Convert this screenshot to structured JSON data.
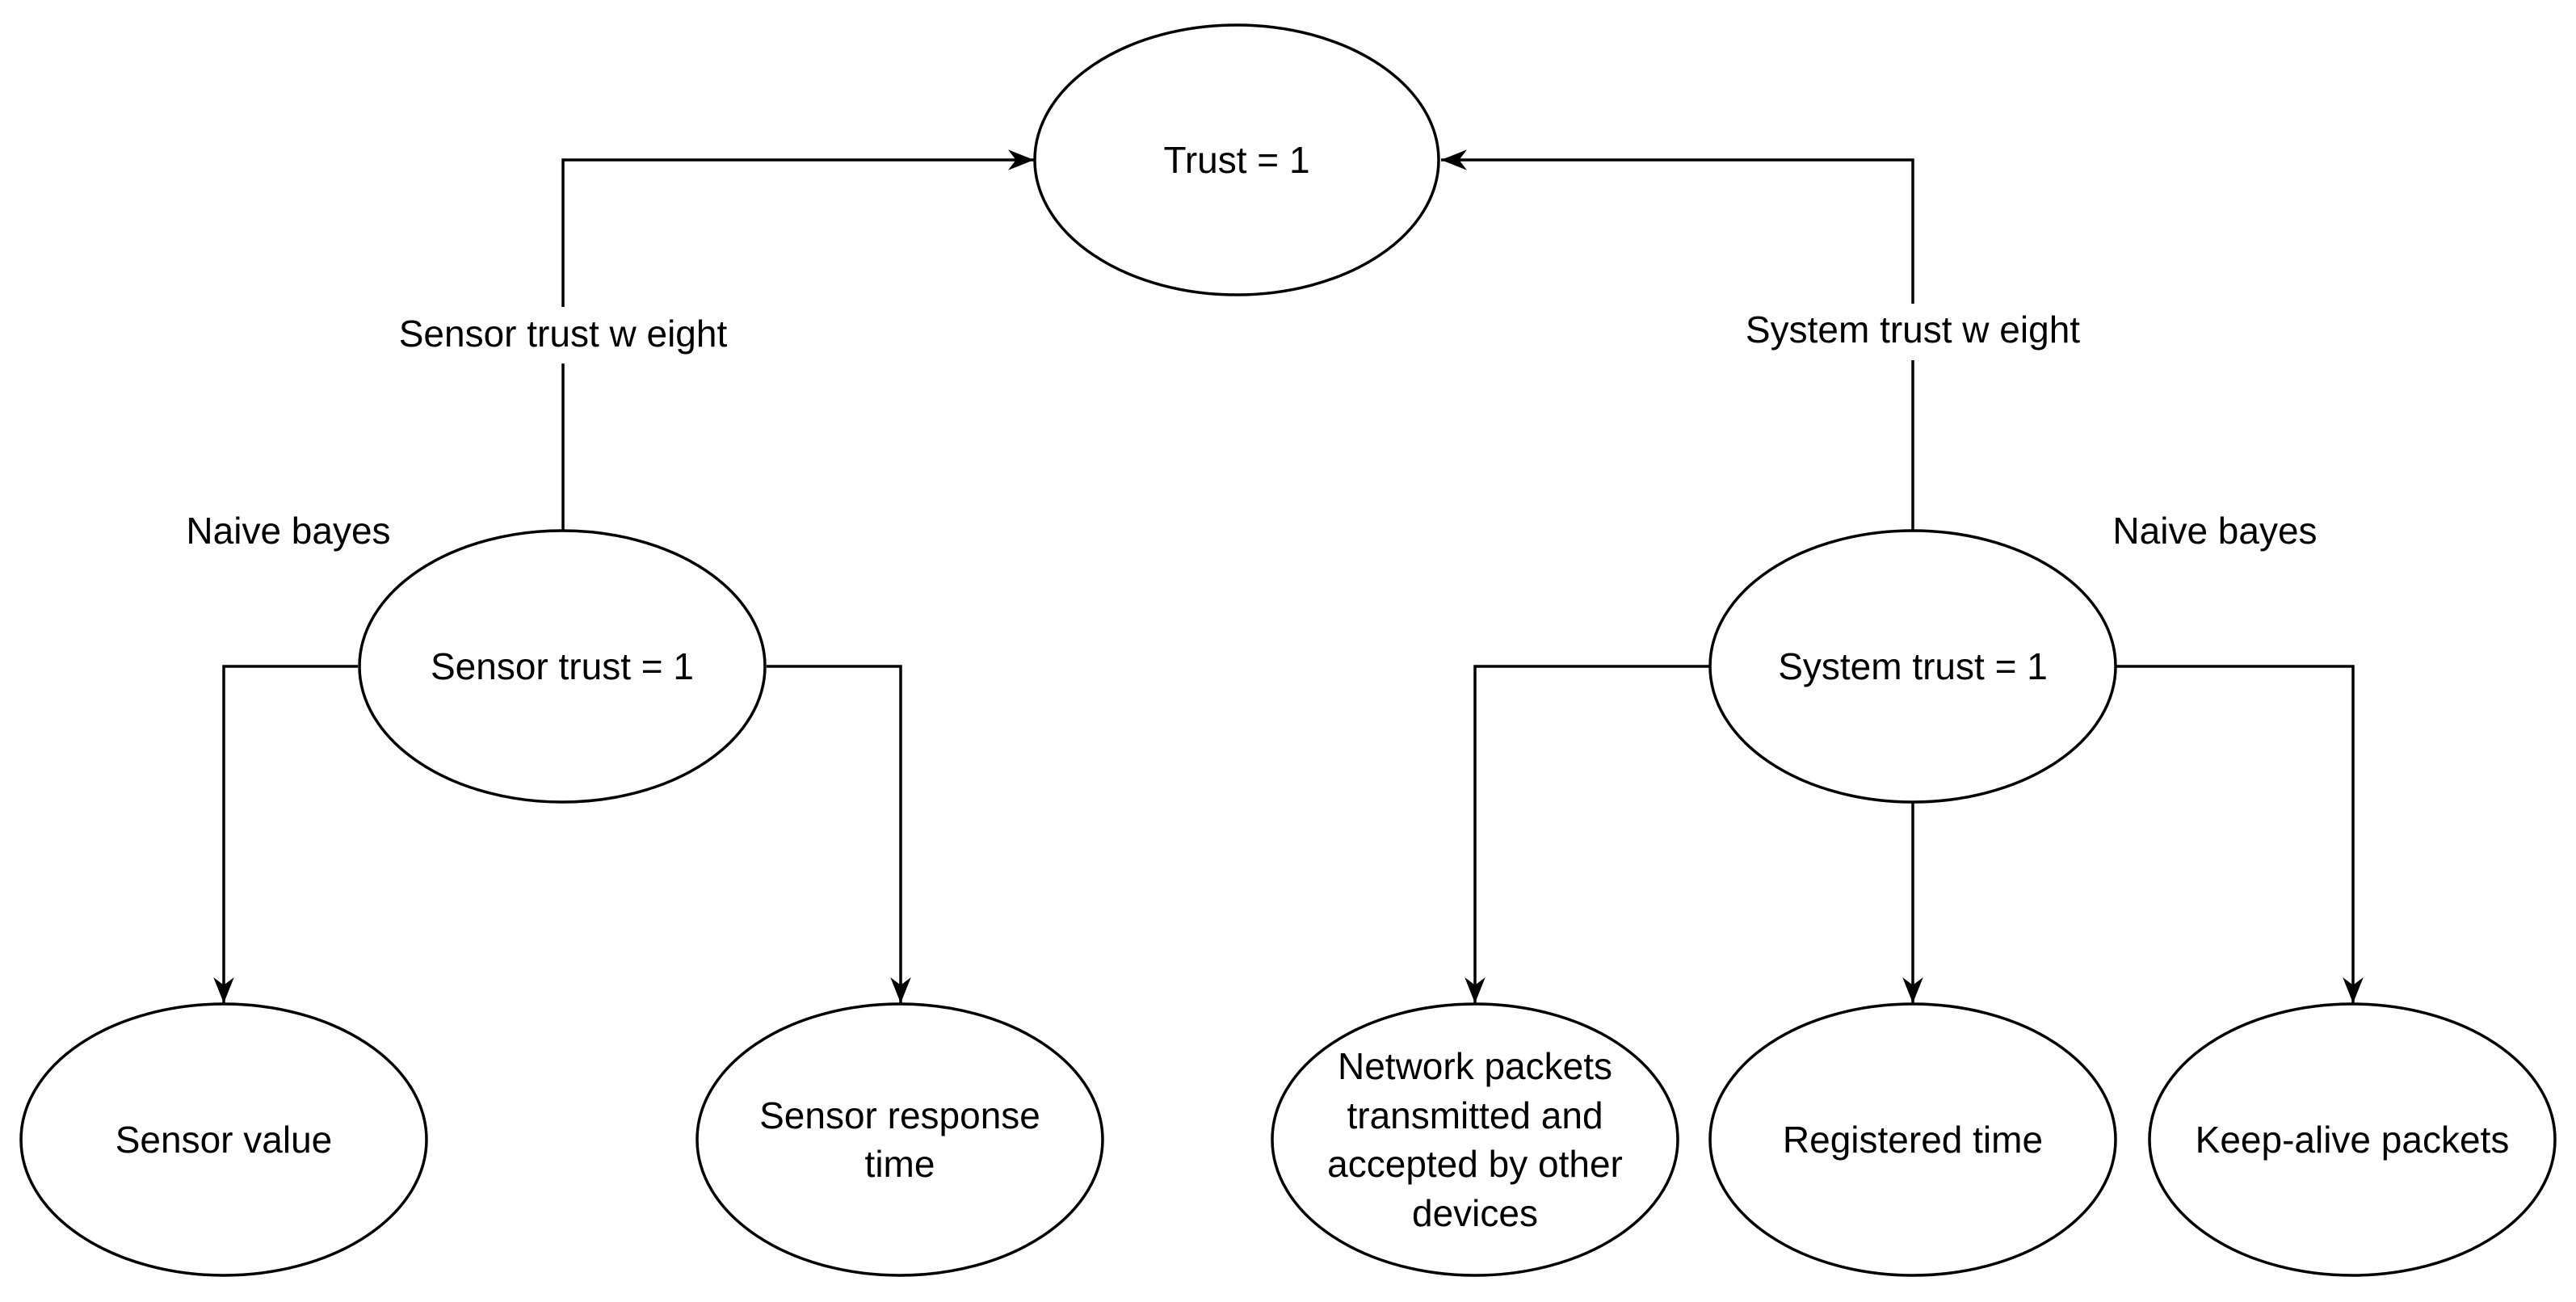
{
  "nodes": {
    "trust": {
      "lines": [
        "Trust = 1"
      ]
    },
    "sensor_trust": {
      "lines": [
        "Sensor trust = 1"
      ]
    },
    "system_trust": {
      "lines": [
        "System trust = 1"
      ]
    },
    "sensor_value": {
      "lines": [
        "Sensor value"
      ]
    },
    "sensor_response_time": {
      "lines": [
        "Sensor response",
        "time"
      ]
    },
    "network_packets": {
      "lines": [
        "Network packets",
        "transmitted and",
        "accepted by other",
        "devices"
      ]
    },
    "registered_time": {
      "lines": [
        "Registered time"
      ]
    },
    "keep_alive_packets": {
      "lines": [
        "Keep-alive packets"
      ]
    }
  },
  "edge_labels": {
    "sensor_weight": "Sensor trust w eight",
    "system_weight": "System trust w eight"
  },
  "annotations": {
    "left_method": "Naive bayes",
    "right_method": "Naive bayes"
  },
  "colors": {
    "stroke": "#000000",
    "fill": "#ffffff",
    "text": "#000000"
  }
}
